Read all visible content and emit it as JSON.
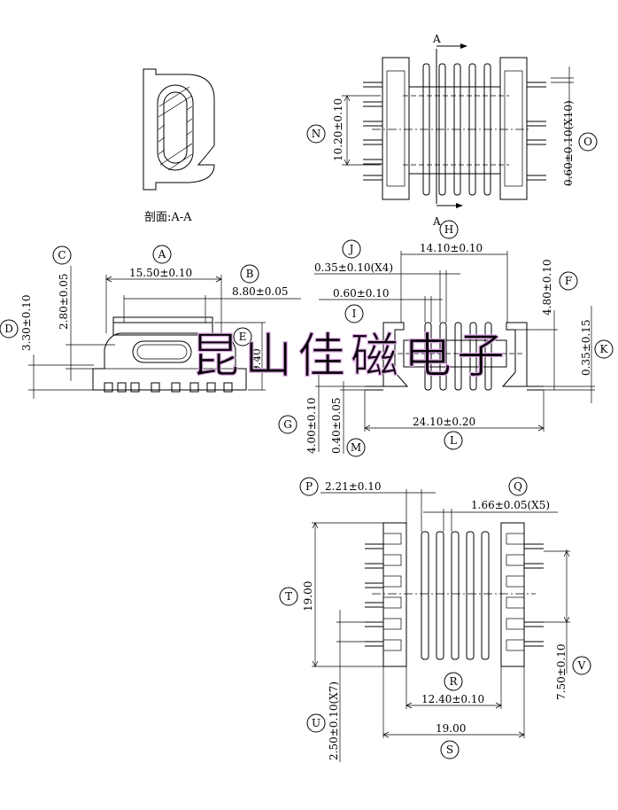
{
  "section_view": {
    "title": "剖面:A-A"
  },
  "section_marks": {
    "top": "A",
    "bottom": "A"
  },
  "watermark": {
    "text": "昆山佳磁电子",
    "color": "#e0a8e8"
  },
  "dimensions": {
    "n_value": "10.20±0.10",
    "o_value": "0.60±0.10(X10)",
    "a_value": "15.50±0.10",
    "b_value": "8.80±0.05",
    "c_value": "2.80±0.05",
    "d_value": "3.30±0.10",
    "e_value": "9.40",
    "h_value": "14.10±0.10",
    "j_value": "0.35±0.10(X4)",
    "i_value": "0.60±0.10",
    "f_value": "4.80±0.10",
    "k_value": "0.35±0.15",
    "l_value": "24.10±0.20",
    "g_value": "4.00±0.10",
    "m_value": "0.40±0.05",
    "p_value": "2.21±0.10",
    "q_value": "1.66±0.05(X5)",
    "t_value": "19.00",
    "r_value": "12.40±0.10",
    "s_value": "19.00",
    "u_value": "2.50±0.10(X7)",
    "v_value": "7.50±0.10"
  },
  "bubbles": {
    "a": "A",
    "b": "B",
    "c": "C",
    "d": "D",
    "e": "E",
    "f": "F",
    "g": "G",
    "h": "H",
    "i": "I",
    "j": "J",
    "k": "K",
    "l": "L",
    "m": "M",
    "n": "N",
    "o": "O",
    "p": "P",
    "q": "Q",
    "r": "R",
    "s": "S",
    "t": "T",
    "u": "U",
    "v": "V"
  }
}
